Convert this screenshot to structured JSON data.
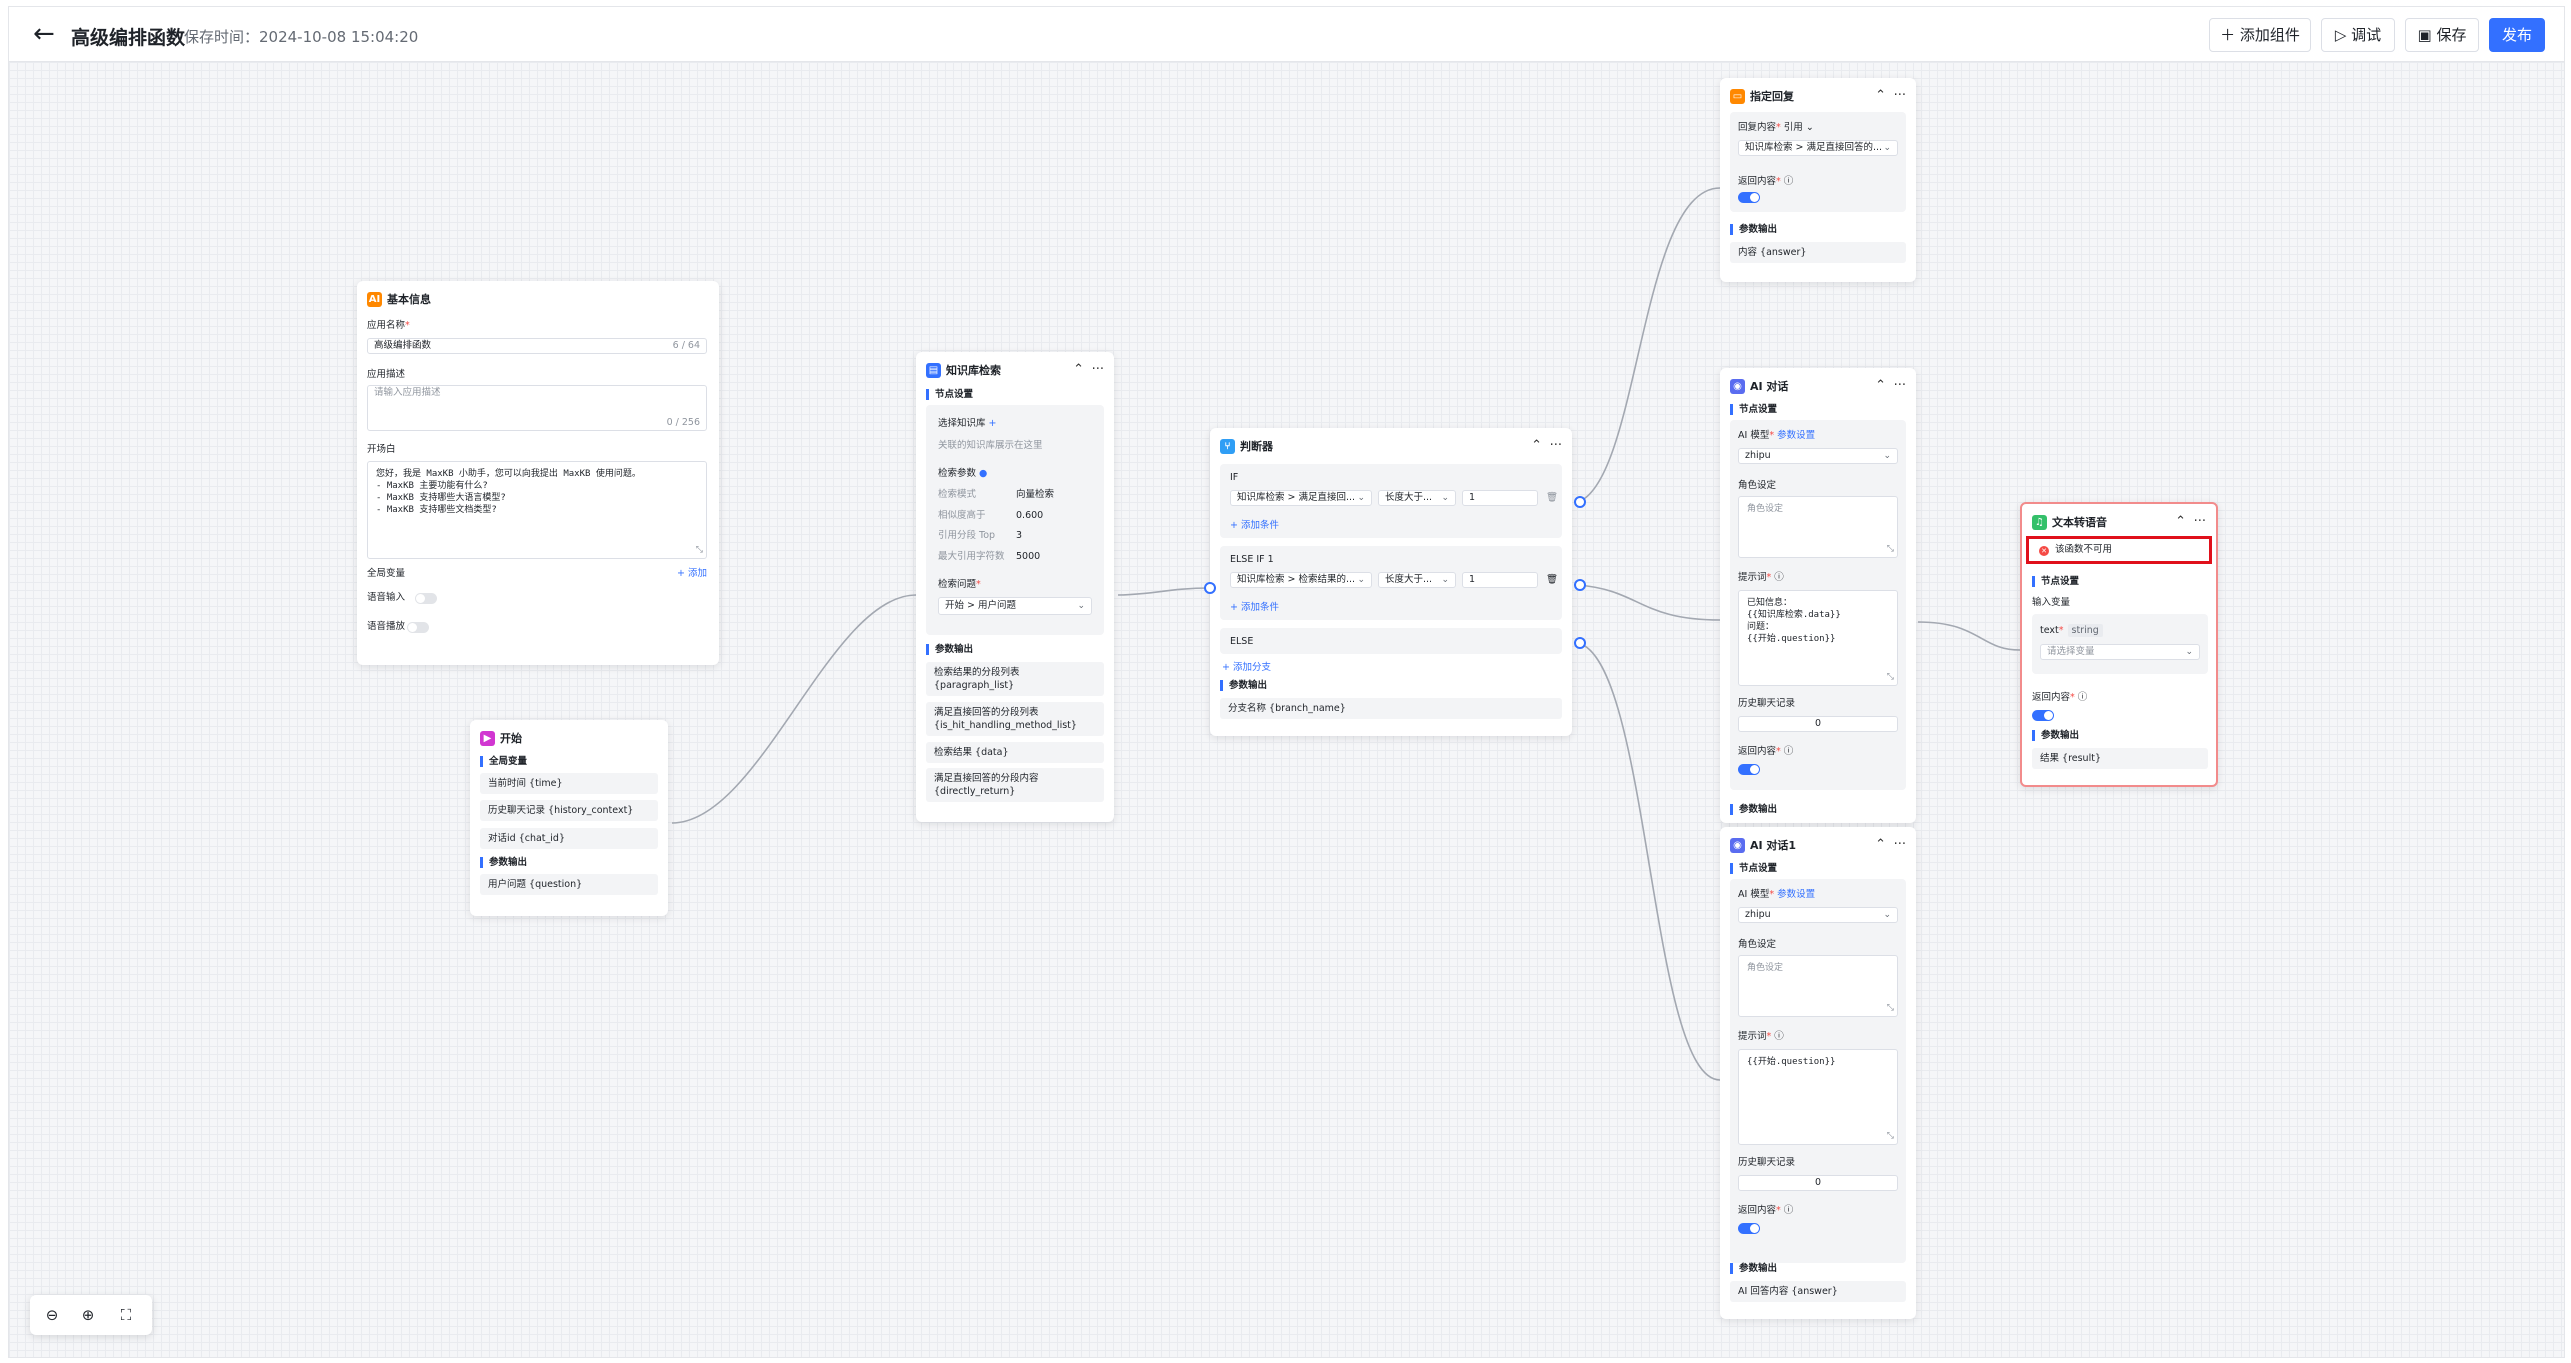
{
  "header": {
    "back_icon": "arrow-left-icon",
    "title": "高级编排函数",
    "save_time": "保存时间：2024-10-08 15:04:20",
    "add_component": "添加组件",
    "debug": "调试",
    "save": "保存",
    "publish": "发布"
  },
  "colors": {
    "accent": "#3370ff",
    "error": "#e0101b"
  },
  "zoom": {
    "zoom_out_icon": "zoom-out-icon",
    "zoom_in_icon": "zoom-in-icon",
    "fit_icon": "fit-view-icon"
  },
  "basic_info": {
    "title": "基本信息",
    "icon_text": "AI",
    "app_name_label": "应用名称",
    "app_name_value": "高级编排函数",
    "app_name_count": "6 / 64",
    "desc_label": "应用描述",
    "desc_placeholder": "请输入应用描述",
    "desc_count": "0 / 256",
    "opening_label": "开场白",
    "opening_text": "您好，我是 MaxKB 小助手，您可以向我提出 MaxKB 使用问题。\n- MaxKB 主要功能有什么?\n- MaxKB 支持哪些大语言模型?\n- MaxKB 支持哪些文档类型?",
    "global_var_label": "全局变量",
    "add_label": "+ 添加",
    "voice_input_label": "语音输入",
    "voice_play_label": "语音播放"
  },
  "start": {
    "title": "开始",
    "global_var_label": "全局变量",
    "vars": [
      "当前时间 {time}",
      "历史聊天记录 {history_context}",
      "对话id {chat_id}"
    ],
    "output_label": "参数输出",
    "outputs": [
      "用户问题 {question}"
    ]
  },
  "kb_search": {
    "title": "知识库检索",
    "node_settings": "节点设置",
    "select_kb_label": "选择知识库",
    "kb_hint": "关联的知识库展示在这里",
    "params_label": "检索参数",
    "params": [
      {
        "k": "检索模式",
        "v": "向量检索"
      },
      {
        "k": "相似度高于",
        "v": "0.600"
      },
      {
        "k": "引用分段 Top",
        "v": "3"
      },
      {
        "k": "最大引用字符数",
        "v": "5000"
      }
    ],
    "question_label": "检索问题",
    "question_value": "开始 > 用户问题",
    "output_label": "参数输出",
    "outputs": [
      "检索结果的分段列表\n{paragraph_list}",
      "满足直接回答的分段列表\n{is_hit_handling_method_list}",
      "检索结果 {data}",
      "满足直接回答的分段内容\n{directly_return}"
    ]
  },
  "condition": {
    "title": "判断器",
    "if_label": "IF",
    "elseif_label": "ELSE IF 1",
    "else_label": "ELSE",
    "if_field": "知识库检索 > 满足直接回...",
    "if_op": "长度大于...",
    "if_val": "1",
    "elseif_field": "知识库检索 > 检索结果的...",
    "elseif_op": "长度大于...",
    "elseif_val": "1",
    "add_condition": "+ 添加条件",
    "add_branch": "+ 添加分支",
    "output_label": "参数输出",
    "output": "分支名称 {branch_name}"
  },
  "reply": {
    "title": "指定回复",
    "content_label": "回复内容",
    "content_mode": "引用",
    "content_value": "知识库检索 > 满足直接回答的...",
    "return_label": "返回内容",
    "output_label": "参数输出",
    "output": "内容 {answer}"
  },
  "ai_chat": {
    "title": "AI 对话",
    "node_settings": "节点设置",
    "model_label": "AI 模型",
    "param_settings": "参数设置",
    "model_value": "zhipu",
    "role_label": "角色设定",
    "role_placeholder": "角色设定",
    "prompt_label": "提示词",
    "prompt_value": "已知信息：\n{{知识库检索.data}}\n问题：\n{{开始.question}}",
    "history_label": "历史聊天记录",
    "history_value": "0",
    "return_label": "返回内容",
    "output_label": "参数输出"
  },
  "ai_chat1": {
    "title": "AI 对话1",
    "node_settings": "节点设置",
    "model_label": "AI 模型",
    "param_settings": "参数设置",
    "model_value": "zhipu",
    "role_label": "角色设定",
    "role_placeholder": "角色设定",
    "prompt_label": "提示词",
    "prompt_value": "{{开始.question}}",
    "history_label": "历史聊天记录",
    "history_value": "0",
    "return_label": "返回内容",
    "output_label": "参数输出",
    "output": "AI 回答内容 {answer}"
  },
  "tts": {
    "title": "文本转语音",
    "error": "该函数不可用",
    "node_settings": "节点设置",
    "input_label": "输入变量",
    "text_label": "text",
    "text_type": "string",
    "select_placeholder": "请选择变量",
    "return_label": "返回内容",
    "output_label": "参数输出",
    "output": "结果 {result}"
  }
}
